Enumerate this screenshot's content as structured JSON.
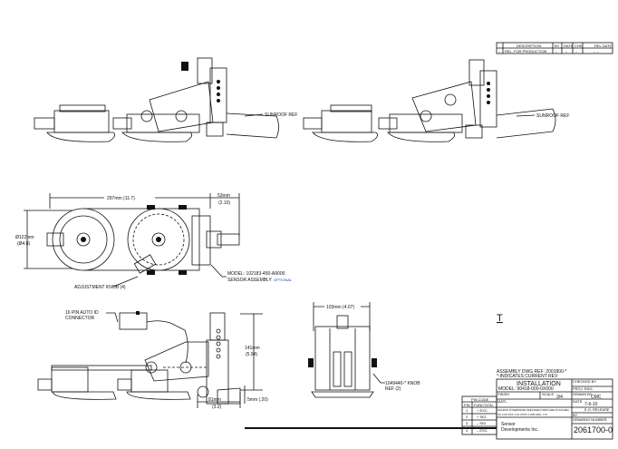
{
  "revision_table": {
    "headers": [
      "DESCRIPTION",
      "BY",
      "DATE",
      "CHK",
      "REL DATE"
    ],
    "row": {
      "rev": "–",
      "description": "REL. FOR PRODUCTION",
      "by": "–",
      "date": "–",
      "chk": "–",
      "rel_date": "– –"
    }
  },
  "side_views": {
    "left_label": "SUNROOF REF",
    "right_label": "SUNROOF REF"
  },
  "top_view": {
    "width_dim": "297mm (11.7)",
    "sensor_dim_1": "53mm",
    "sensor_dim_2": "(2.10)",
    "dia_dim_1": "Ø122mm",
    "dia_dim_2": "(Ø4.8)",
    "knob_label": "ADJUSTMENT KNOB (4)",
    "model_label": "MODEL: 102183-450-A9000",
    "sensor_label": "SENSOR ASSEMBLY",
    "optional_label": "OPTIONAL",
    "optional_color": "#1a3fb0"
  },
  "front_view": {
    "connector_1": "16 PIN AUTO ID",
    "connector_2": "CONNECTOR",
    "height_dim_1": "141mm",
    "height_dim_2": "(5.54)",
    "depth_dim_1": "81mm",
    "depth_dim_2": "(3.2)",
    "offset_dim": "5mm (.20)"
  },
  "end_view": {
    "width_dim": "103mm (4.07)",
    "knob_ref_1": "1049440-* KNOB",
    "knob_ref_2": "REF (2)"
  },
  "cut_text": "T",
  "title_block": {
    "assembly_ref": "ASSEMBLY DWG REF: 2001800-*",
    "indicates": "*-INDICATES CURRENT REV",
    "title": "INSTALLATION",
    "model": "MODEL: 90418-000-0X000",
    "checked_by": "CHECKED BY",
    "proj_eng": "PROJ. ENG.",
    "finish": "FINISH",
    "scale_label": "SCALE",
    "scale": "3/4",
    "drawn_by_label": "DRAWN BY",
    "drawn_by": "CMC",
    "material": "MATL.",
    "date_label": "DATE",
    "date": "7-6-10",
    "tolerance_1": "UNLESS OTHERWISE SPECIFIED DIMS ARE IN INCHES",
    "tolerance_2": "XX ±.03  XXX ±.01  XXXX ±.005  ANG. ±.5°",
    "eo_release": "E.O. RELEASE",
    "by": "BY",
    "company_1": "Sensor",
    "company_2": "Developments Inc.",
    "drawing_number_label": "DRAWING NUMBER",
    "drawing_number": "2061700-0"
  },
  "pin_code": {
    "title": "PIN CODE",
    "headers": [
      "PIN",
      "FUNCTION"
    ],
    "rows": [
      [
        "1",
        "+ EXC."
      ],
      [
        "2",
        "+ SIG."
      ],
      [
        "3",
        "– SIG."
      ],
      [
        "4",
        "– EXC."
      ]
    ]
  }
}
